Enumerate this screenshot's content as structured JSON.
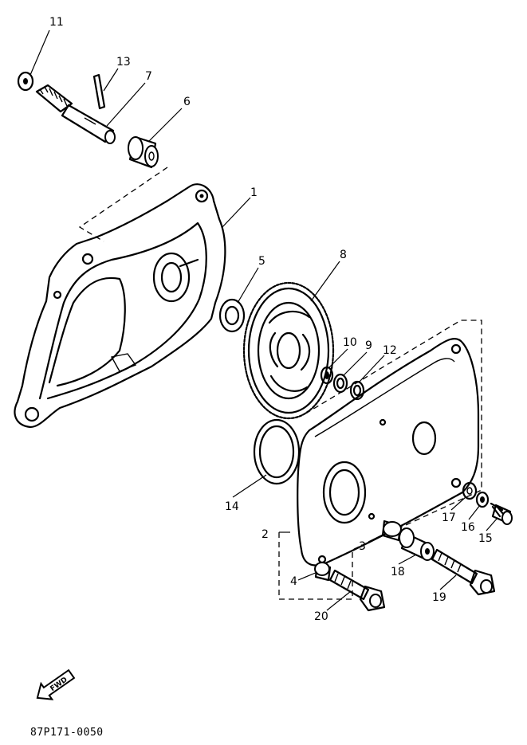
{
  "callouts": {
    "p1": "1",
    "p2": "2",
    "p3": "3",
    "p4": "4",
    "p5": "5",
    "p6": "6",
    "p7": "7",
    "p8": "8",
    "p9": "9",
    "p10": "10",
    "p11": "11",
    "p12": "12",
    "p13": "13",
    "p14": "14",
    "p15": "15",
    "p16": "16",
    "p17": "17",
    "p18": "18",
    "p19": "19",
    "p20": "20"
  },
  "direction_badge": "FWD",
  "drawing_code": "87P171-0050"
}
